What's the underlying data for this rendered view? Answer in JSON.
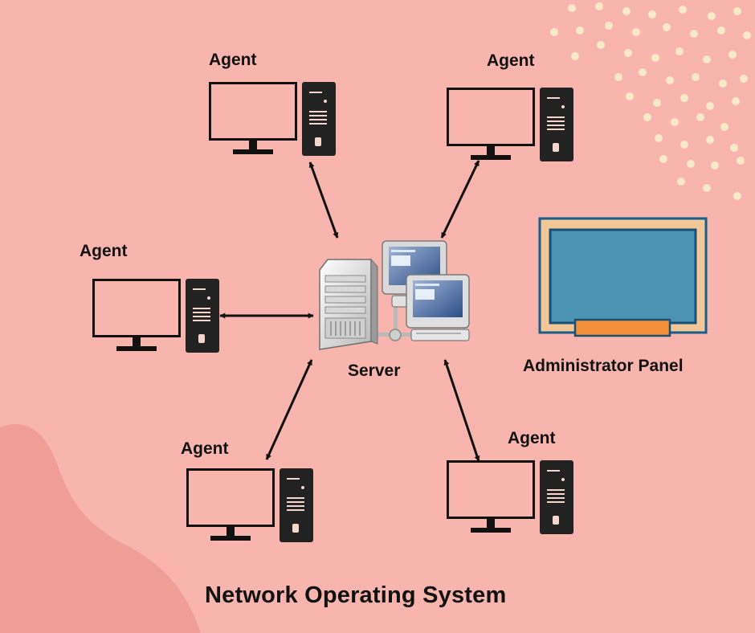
{
  "colors": {
    "background": "#f7b5ad",
    "blob": "#f09e96",
    "dots": "#f9eac7",
    "ink": "#111111",
    "admin_frame": "#f3c898",
    "admin_border": "#1a5c8a",
    "admin_screen": "#4b93b3",
    "admin_bar": "#f28f38"
  },
  "diagram": {
    "title": "Network Operating System",
    "server": {
      "label": "Server",
      "icon": "server-with-workstations-icon"
    },
    "admin": {
      "label": "Administrator Panel",
      "icon": "admin-panel-icon"
    },
    "agents": [
      {
        "label": "Agent",
        "icon": "desktop-computer-icon"
      },
      {
        "label": "Agent",
        "icon": "desktop-computer-icon"
      },
      {
        "label": "Agent",
        "icon": "desktop-computer-icon"
      },
      {
        "label": "Agent",
        "icon": "desktop-computer-icon"
      },
      {
        "label": "Agent",
        "icon": "desktop-computer-icon"
      }
    ],
    "connections": [
      {
        "from": "Agent",
        "to": "Server",
        "type": "bidirectional"
      },
      {
        "from": "Agent",
        "to": "Server",
        "type": "bidirectional"
      },
      {
        "from": "Agent",
        "to": "Server",
        "type": "bidirectional"
      },
      {
        "from": "Agent",
        "to": "Server",
        "type": "bidirectional"
      },
      {
        "from": "Agent",
        "to": "Server",
        "type": "bidirectional"
      }
    ]
  }
}
